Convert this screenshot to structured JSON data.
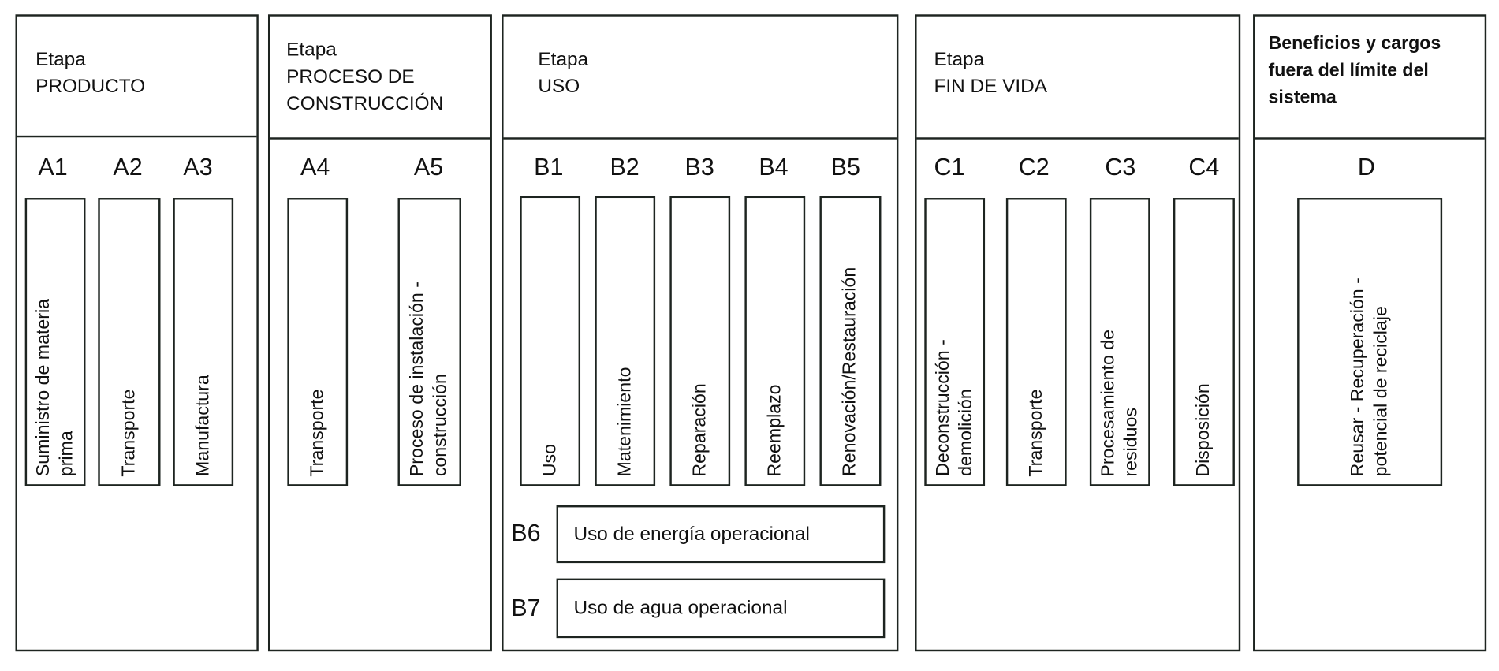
{
  "stages": [
    {
      "title": "Etapa\nPRODUCTO",
      "modules": [
        {
          "code": "A1",
          "label": "Suministro de materia\nprima"
        },
        {
          "code": "A2",
          "label": "Transporte"
        },
        {
          "code": "A3",
          "label": "Manufactura"
        }
      ]
    },
    {
      "title": "Etapa\nPROCESO DE\nCONSTRUCCIÓN",
      "modules": [
        {
          "code": "A4",
          "label": "Transporte"
        },
        {
          "code": "A5",
          "label": "Proceso de instalación -\nconstrucción"
        }
      ]
    },
    {
      "title": "Etapa\nUSO",
      "modules": [
        {
          "code": "B1",
          "label": "Uso"
        },
        {
          "code": "B2",
          "label": "Matenimiento"
        },
        {
          "code": "B3",
          "label": "Reparación"
        },
        {
          "code": "B4",
          "label": "Reemplazo"
        },
        {
          "code": "B5",
          "label": "Renovación/Restauración"
        }
      ],
      "operational": [
        {
          "code": "B6",
          "label": "Uso de energía operacional"
        },
        {
          "code": "B7",
          "label": "Uso de agua operacional"
        }
      ]
    },
    {
      "title": "Etapa\nFIN DE VIDA",
      "modules": [
        {
          "code": "C1",
          "label": "Deconstrucción -\ndemolición"
        },
        {
          "code": "C2",
          "label": "Transporte"
        },
        {
          "code": "C3",
          "label": "Procesamiento de\nresiduos"
        },
        {
          "code": "C4",
          "label": "Disposición"
        }
      ]
    },
    {
      "title": "Beneficios y cargos\nfuera del límite del\nsistema",
      "modules": [
        {
          "code": "D",
          "label": "Reusar - Recuperación -\npotencial de reciclaje"
        }
      ]
    }
  ]
}
